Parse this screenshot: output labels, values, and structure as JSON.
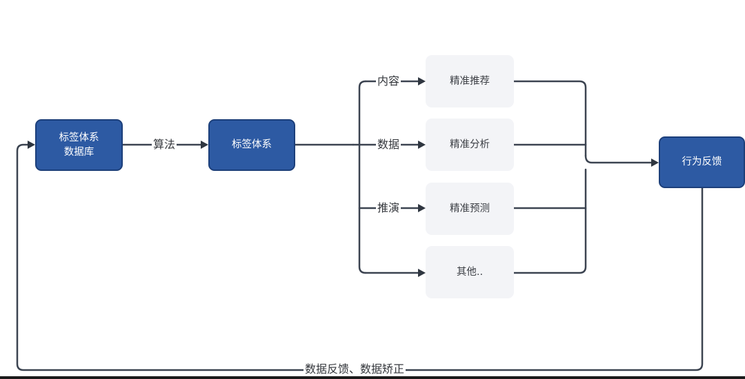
{
  "nodes": {
    "tag_system_db": "标签体系\n数据库",
    "tag_system": "标签体系",
    "precise_recommend": "精准推荐",
    "precise_analysis": "精准分析",
    "precise_forecast": "精准预测",
    "others": "其他..",
    "behavior_feedback": "行为反馈"
  },
  "edge_labels": {
    "algorithm": "算法",
    "content": "内容",
    "data": "数据",
    "deduction": "推演",
    "feedback_loop": "数据反馈、数据矫正"
  },
  "colors": {
    "primary_node": "#2d5aa3",
    "primary_border": "#1c3f7a",
    "secondary_node": "#f3f4f7",
    "connector": "#3b4350"
  }
}
